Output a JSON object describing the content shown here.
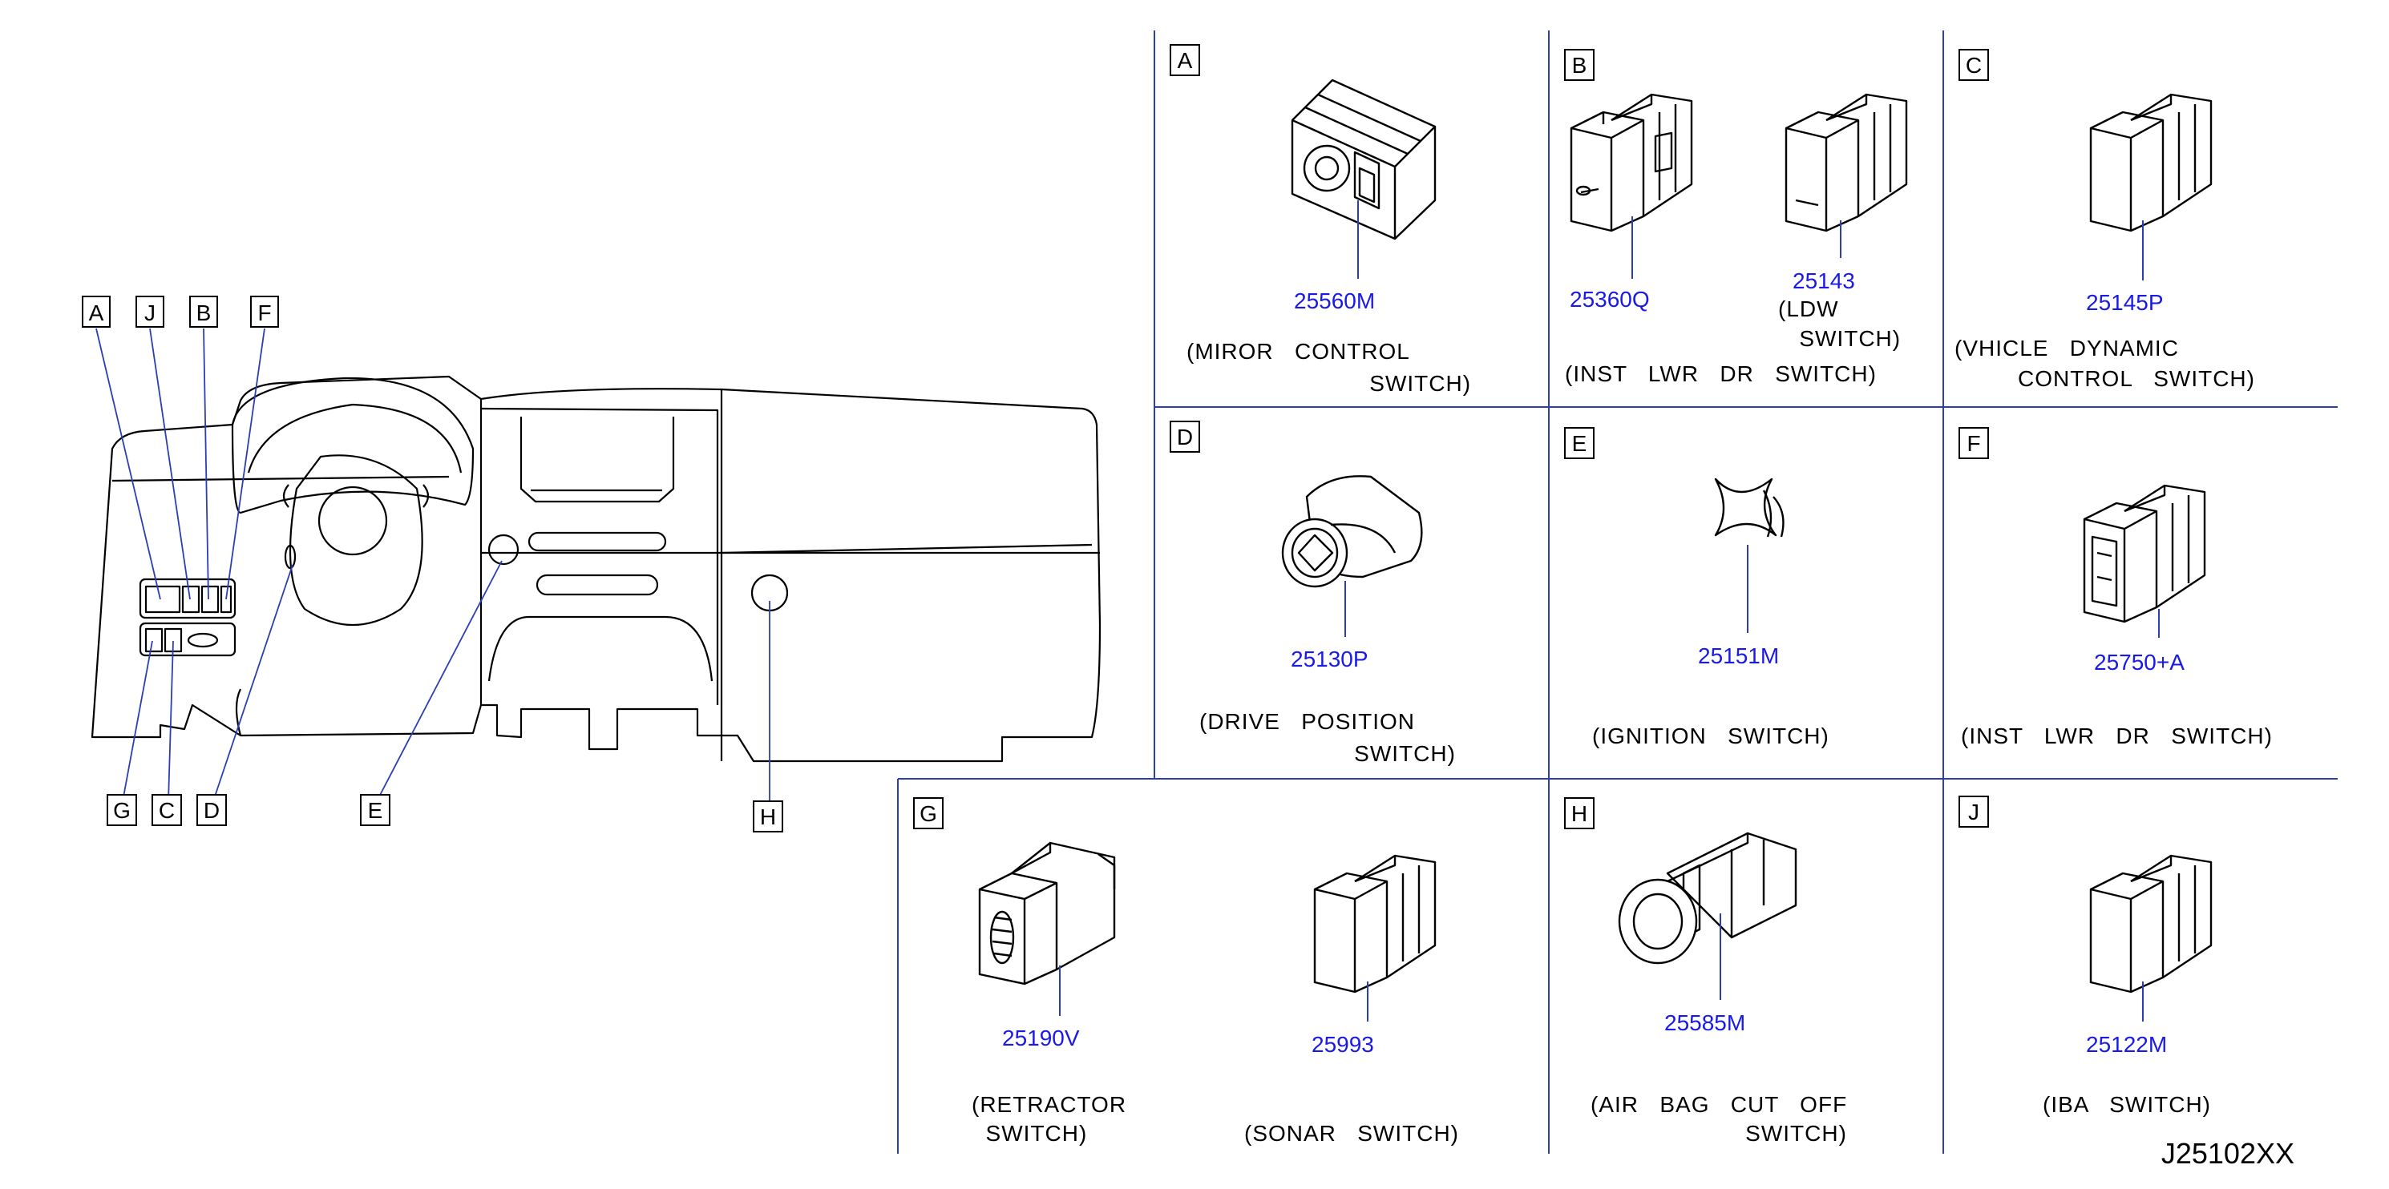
{
  "diagram_code": "J25102XX",
  "dashboard_callouts": [
    "A",
    "J",
    "B",
    "F",
    "G",
    "C",
    "D",
    "E",
    "H"
  ],
  "panels": [
    {
      "letter": "A",
      "parts": [
        {
          "number": "25560M"
        }
      ],
      "descriptions": [
        [
          "(MIROR   CONTROL",
          "                          SWITCH)"
        ]
      ]
    },
    {
      "letter": "B",
      "parts": [
        {
          "number": "25360Q"
        },
        {
          "number": "25143"
        }
      ],
      "descriptions": [
        [
          "(LDW",
          "   SWITCH)"
        ],
        [
          "(INST   LWR   DR   SWITCH)"
        ]
      ]
    },
    {
      "letter": "C",
      "parts": [
        {
          "number": "25145P"
        }
      ],
      "descriptions": [
        [
          "(VHICLE   DYNAMIC",
          "         CONTROL   SWITCH)"
        ]
      ]
    },
    {
      "letter": "D",
      "parts": [
        {
          "number": "25130P"
        }
      ],
      "descriptions": [
        [
          "(DRIVE   POSITION",
          "                      SWITCH)"
        ]
      ]
    },
    {
      "letter": "E",
      "parts": [
        {
          "number": "25151M"
        }
      ],
      "descriptions": [
        [
          "(IGNITION   SWITCH)"
        ]
      ]
    },
    {
      "letter": "F",
      "parts": [
        {
          "number": "25750+A"
        }
      ],
      "descriptions": [
        [
          "(INST   LWR   DR   SWITCH)"
        ]
      ]
    },
    {
      "letter": "G",
      "parts": [
        {
          "number": "25190V"
        },
        {
          "number": "25993"
        }
      ],
      "descriptions": [
        [
          "(RETRACTOR",
          "  SWITCH)"
        ],
        [
          "(SONAR   SWITCH)"
        ]
      ]
    },
    {
      "letter": "H",
      "parts": [
        {
          "number": "25585M"
        }
      ],
      "descriptions": [
        [
          "(AIR   BAG   CUT   OFF",
          "                      SWITCH)"
        ]
      ]
    },
    {
      "letter": "J",
      "parts": [
        {
          "number": "25122M"
        }
      ],
      "descriptions": [
        [
          "(IBA   SWITCH)"
        ]
      ]
    }
  ],
  "colors": {
    "part_number": "#1a1ae6",
    "lines": "#2b3fb3",
    "outline": "#000000"
  }
}
